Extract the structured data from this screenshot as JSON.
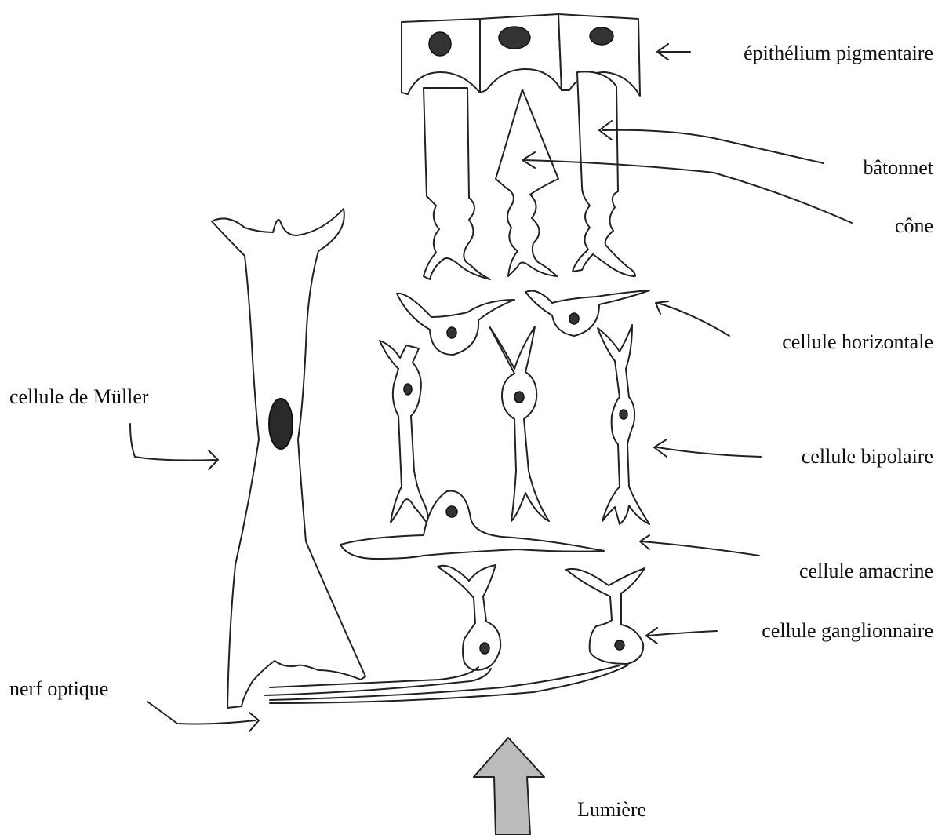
{
  "labels": {
    "pigment_epithelium": "épithélium pigmentaire",
    "rod": "bâtonnet",
    "cone": "cône",
    "horizontal_cell": "cellule horizontale",
    "muller_cell": "cellule de Müller",
    "bipolar_cell": "cellule bipolaire",
    "amacrine_cell": "cellule amacrine",
    "ganglion_cell": "cellule ganglionnaire",
    "optic_nerve": "nerf optique",
    "light": "Lumière"
  },
  "colors": {
    "ink": "#222222",
    "background": "#ffffff",
    "nucleus": "#333333",
    "arrow_fill": "#bbbbbb"
  }
}
